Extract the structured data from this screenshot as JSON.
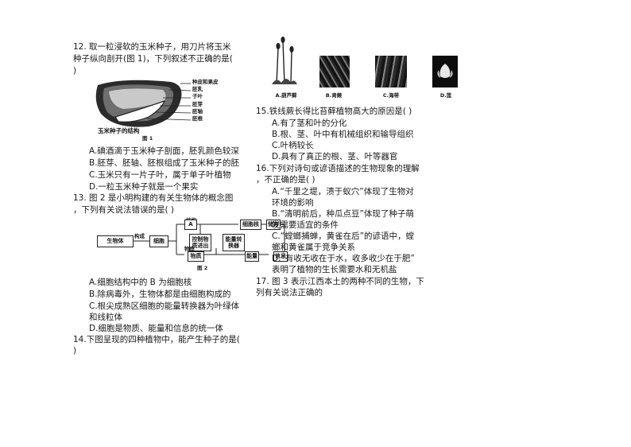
{
  "q12": {
    "stem_l1": "12. 取一粒浸软的玉米种子，用刀片将玉米",
    "stem_l2": "种子纵向剖开(图 1)，下列叙述不正确的是(",
    "stem_l3": ")",
    "fig": {
      "labels": [
        "种皮和果皮",
        "胚乳",
        "子叶",
        "胚芽",
        "胚轴",
        "胚根"
      ],
      "title": "玉米种子的结构",
      "caption": "图 1"
    },
    "options": [
      "A.碘酒滴于玉米种子剖面，胚乳颜色较深",
      "B.胚芽、胚轴、胚根组成了玉米种子的胚",
      "C.玉米只有一片子叶，属于单子叶植物",
      "D.一粒玉米种子就是一个果实"
    ]
  },
  "q13": {
    "stem_l1": "13. 图 2 是小明构建的有关生物体的概念图",
    "stem_l2": "，下列有关说法错误的是(    )",
    "fig": {
      "organism": "生物体",
      "consist": "构成",
      "cell": "细胞",
      "structure": "结构",
      "matter_lbl": "物质",
      "A": "A",
      "nucleus": "细胞核",
      "membrane": "控制物质进出",
      "energy": "能量转换器",
      "B": "B",
      "substance": "物质",
      "energy_box": "能量",
      "store": "储存",
      "info": "信息",
      "caption": "图 2"
    },
    "options": [
      "A.细胞结构中的 B 为细胞核",
      "B.除病毒外，生物体都是由细胞构成的",
      "C.根尖成熟区细胞的能量转换器为叶绿体",
      "和线粒体",
      "D.细胞是物质、能量和信息的统一体"
    ]
  },
  "q14": {
    "stem_l1": "14.下图呈现的四种植物中，能产生种子的是(",
    "stem_l2": ")",
    "captions": [
      "A.葫芦藓",
      "B.肾蕨",
      "C.海带",
      "D.莲"
    ]
  },
  "q15": {
    "stem": "15.铁线蕨长得比苔藓植物高大的原因是(    )",
    "options": [
      "A.有了茎和叶的分化",
      "B.根、茎、叶中有机械组织和输导组织",
      "C.叶柄较长",
      "D.具有了真正的根、茎、叶等器官"
    ]
  },
  "q16": {
    "stem_l1": "16.下列对诗句或谚语描述的生物现象的理解",
    "stem_l2": "，不正确的是(    )",
    "options": [
      "A.“千里之堤，溃于蚁穴”体现了生物对",
      "环境的影响",
      "B.“清明前后，种瓜点豆”体现了种子萌",
      "发需要适宜的条件",
      "C.“螳螂捕蝉，黄雀在后”的谚语中，螳",
      "螂和黄雀属于竞争关系",
      "D.“有收无收在于水，收多收少在于肥”",
      "表明了植物的生长需要水和无机盐"
    ]
  },
  "q17": {
    "stem_l1": "17. 图 3 表示江西本土的两种不同的生物，下",
    "stem_l2": "列有关说法正确的"
  }
}
